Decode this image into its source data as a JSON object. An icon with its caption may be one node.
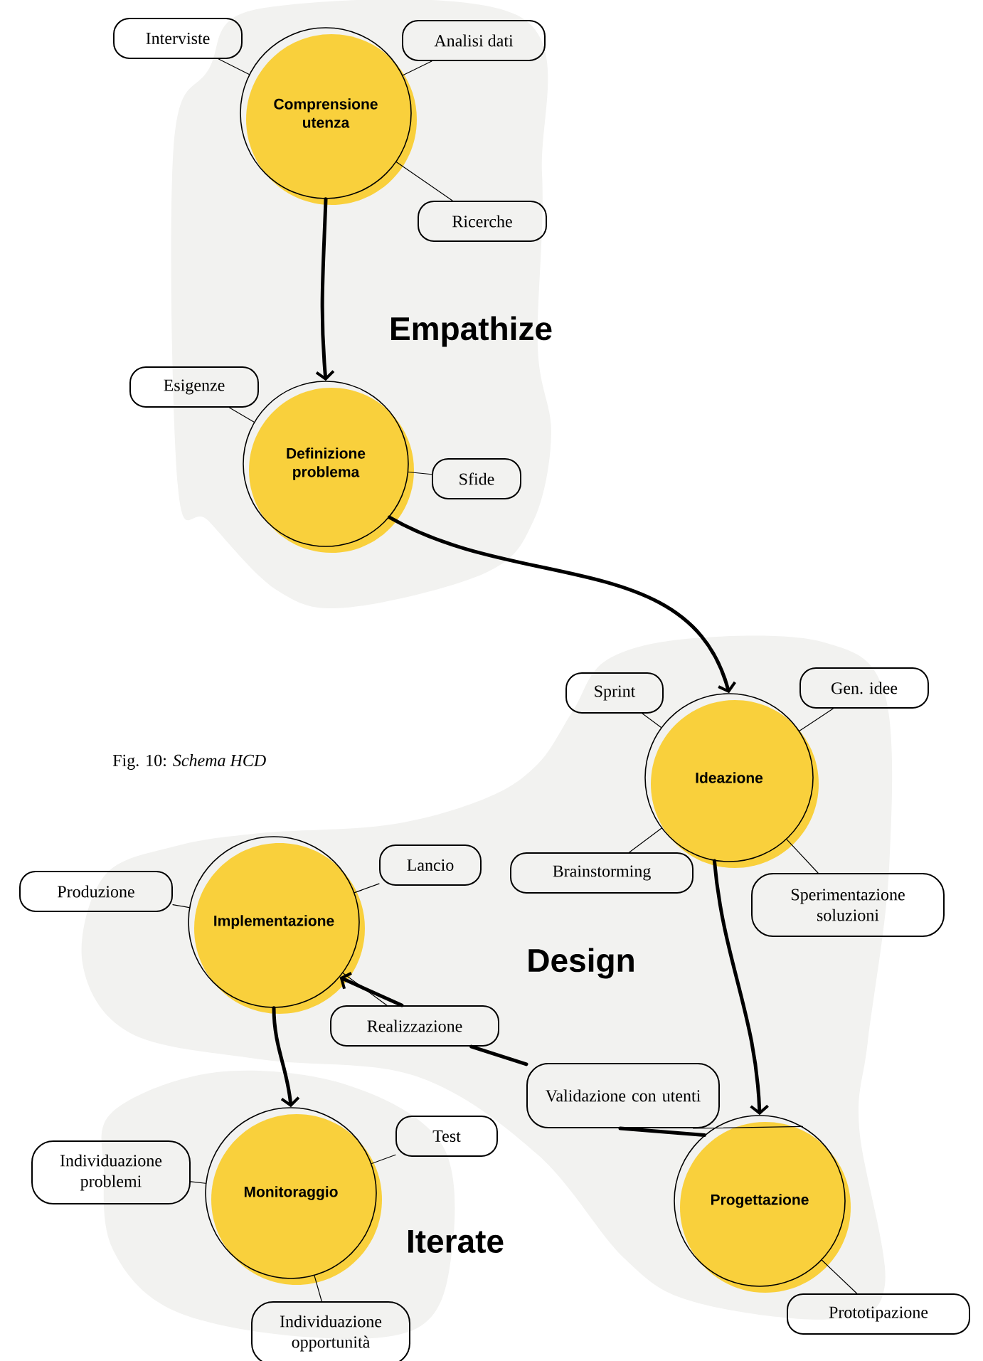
{
  "diagram": {
    "caption": "Fig. 10: *Schema HCD*",
    "nodes": [
      {
        "text": [
          "Comprensione utenza"
        ]
      },
      {
        "text": [
          "Interviste"
        ]
      },
      {
        "text": [
          "Analisi dati"
        ]
      },
      {
        "text": [
          "Ricerche"
        ]
      },
      {
        "text": [
          "Esigenze"
        ]
      },
      {
        "text": [
          "Definizione problema"
        ]
      },
      {
        "text": [
          "Sfide"
        ]
      },
      {
        "text": [
          "Sprint"
        ]
      },
      {
        "text": [
          "Gen. idee"
        ]
      },
      {
        "text": [
          "Ideazione"
        ]
      },
      {
        "text": [
          "Brainstorming"
        ]
      },
      {
        "text": [
          "Sperimentazione soluzioni"
        ]
      },
      {
        "text": [
          "Lancio"
        ]
      },
      {
        "text": [
          "Produzione"
        ]
      },
      {
        "text": [
          "Implementazione"
        ]
      },
      {
        "text": [
          "Realizzazione"
        ]
      },
      {
        "text": [
          "Validazione con utenti"
        ]
      },
      {
        "text": [
          "Test"
        ]
      },
      {
        "text": [
          "Individuazione problemi"
        ]
      },
      {
        "text": [
          "Monitoraggio"
        ]
      },
      {
        "text": [
          "Progettazione"
        ]
      },
      {
        "text": [
          "Individuazione opportunità"
        ]
      },
      {
        "text": [
          "Prototipazione"
        ]
      }
    ],
    "edges": [
      {
        "from": 0,
        "to": 1,
        "arrow": "none"
      },
      {
        "from": 0,
        "to": 2,
        "arrow": "none"
      },
      {
        "from": 0,
        "to": 3,
        "arrow": "none"
      },
      {
        "from": 5,
        "to": 4,
        "arrow": "none"
      },
      {
        "from": 5,
        "to": 6,
        "arrow": "none"
      },
      {
        "from": 9,
        "to": 7,
        "arrow": "none"
      },
      {
        "from": 9,
        "to": 8,
        "arrow": "none"
      },
      {
        "from": 9,
        "to": 10,
        "arrow": "none"
      },
      {
        "from": 9,
        "to": 11,
        "arrow": "none"
      },
      {
        "from": 14,
        "to": 13,
        "arrow": "none"
      },
      {
        "from": 14,
        "to": 12,
        "arrow": "none"
      },
      {
        "from": 14,
        "to": 15,
        "arrow": "none"
      },
      {
        "from": 19,
        "to": 17,
        "arrow": "none"
      },
      {
        "from": 19,
        "to": 18,
        "arrow": "none"
      },
      {
        "from": 19,
        "to": 21,
        "arrow": "none"
      },
      {
        "from": 20,
        "to": 22,
        "arrow": "none"
      },
      {
        "from": 20,
        "to": 16,
        "arrow": "none"
      },
      {
        "from": 0,
        "to": 5,
        "arrow": "to",
        "style": "thick"
      },
      {
        "from": 5,
        "to": 9,
        "arrow": "to",
        "style": "thick"
      },
      {
        "from": 9,
        "to": 20,
        "arrow": "to",
        "style": "thick"
      },
      {
        "from": 14,
        "to": 19,
        "arrow": "to",
        "style": "thick"
      },
      {
        "from": 20,
        "to": 16,
        "arrow": "none",
        "style": "thick"
      },
      {
        "from": 16,
        "to": 15,
        "arrow": "none",
        "style": "thick"
      },
      {
        "from": 15,
        "to": 14,
        "arrow": "to",
        "style": "thick"
      }
    ],
    "labels": [
      "Empathize",
      "Design",
      "Iterate"
    ]
  }
}
